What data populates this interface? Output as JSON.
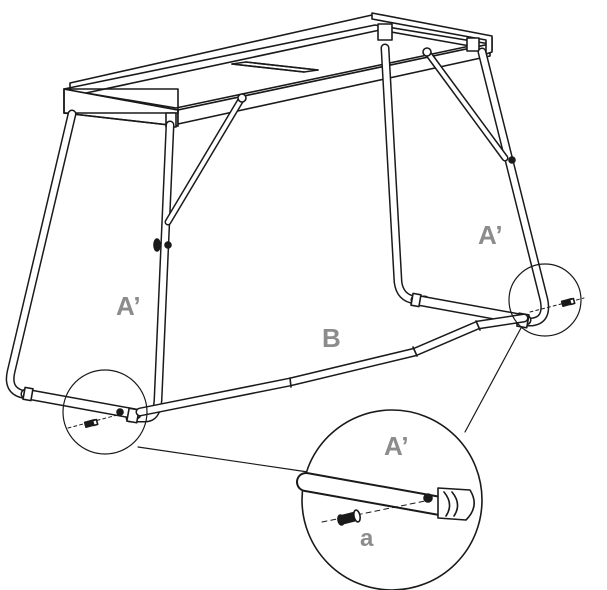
{
  "labels": {
    "left_leg": "A’",
    "right_leg": "A’",
    "crossbar": "B",
    "detail_part": "A’",
    "detail_bolt": "a"
  },
  "colors": {
    "line": "#1a1a1a",
    "label": "#8c8c8c",
    "fill": "#ffffff",
    "dark": "#222222"
  },
  "icons": {
    "bolt": "bolt-icon",
    "magnifier": "detail-callout-circle"
  }
}
